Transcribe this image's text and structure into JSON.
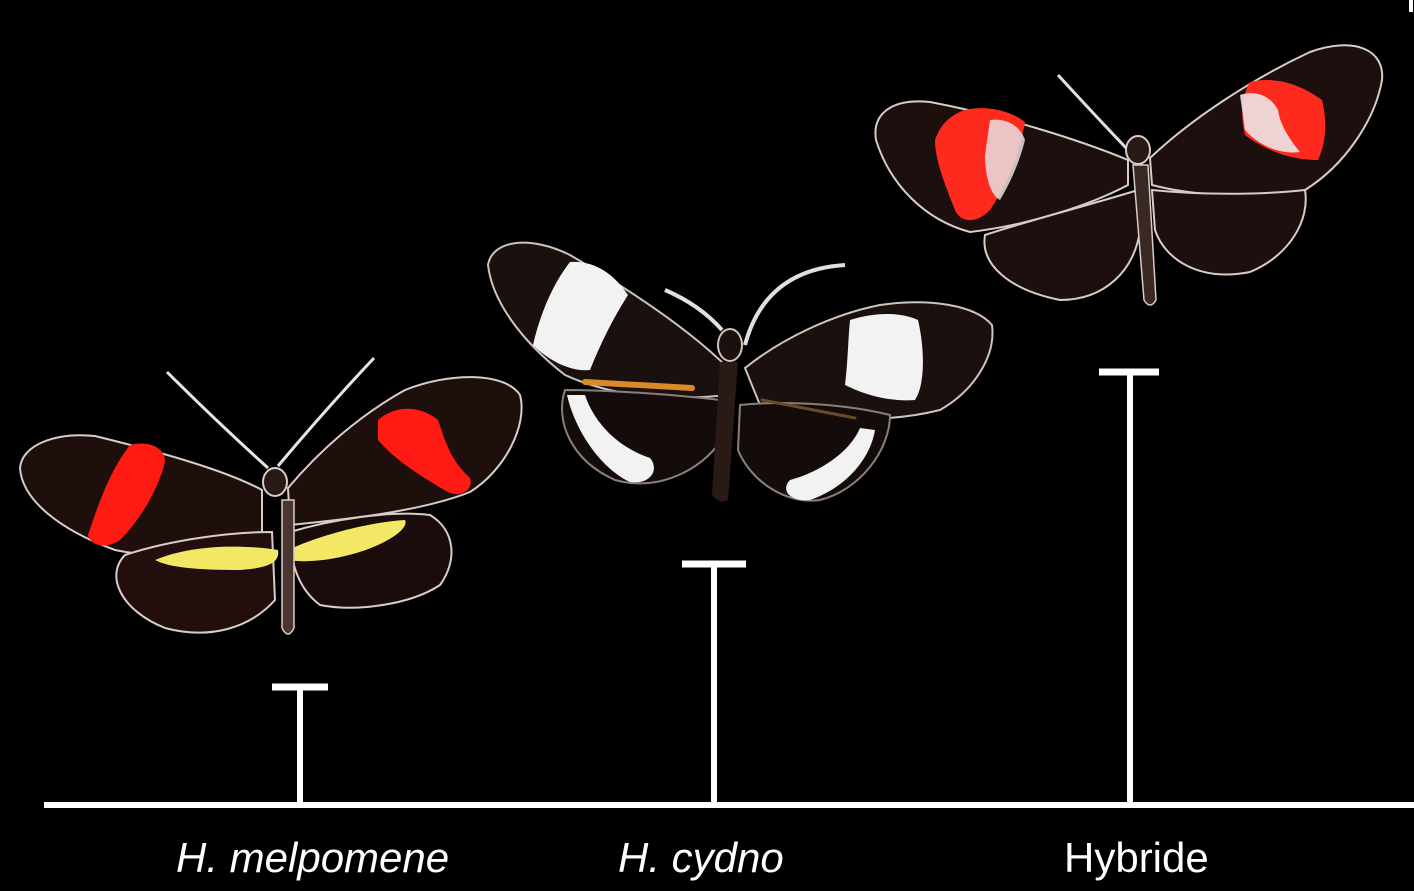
{
  "colors": {
    "background": "#000000",
    "axis": "#ffffff",
    "wing_dark": "#1e0f0d",
    "wing_outline": "#e0d4cf",
    "red_band": "#ff1a14",
    "yellow_band": "#f3e866",
    "white_band": "#f2f2f2",
    "orange_stripe": "#d98a2a"
  },
  "groups": [
    {
      "label": "H. melpomene",
      "italic": true,
      "icon": "butterfly-red-yellow-icon"
    },
    {
      "label": "H. cydno",
      "italic": true,
      "icon": "butterfly-white-band-icon"
    },
    {
      "label": "Hybride",
      "italic": false,
      "icon": "butterfly-hybrid-icon"
    }
  ]
}
